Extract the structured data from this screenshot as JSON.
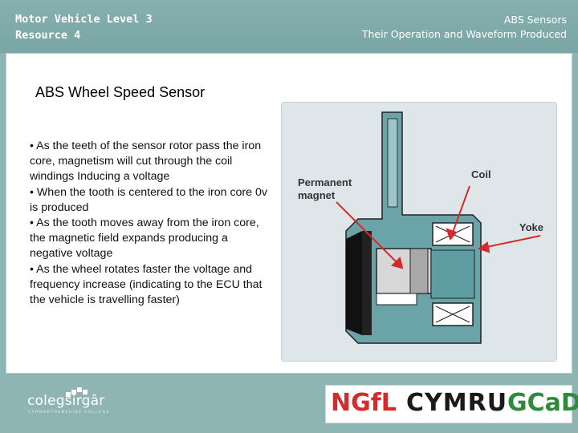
{
  "header": {
    "left_line1": "Motor Vehicle Level 3",
    "left_line2": "Resource 4",
    "right_line1": "ABS Sensors",
    "right_line2": "Their Operation and Waveform Produced"
  },
  "slide": {
    "title": "ABS Wheel Speed Sensor",
    "bullets": [
      "• As the teeth of the sensor rotor pass the iron core, magnetism will cut through the coil windings Inducing a voltage",
      "• When the tooth is centered to the iron core 0v is produced",
      "• As the tooth moves away from the iron core, the magnetic field expands producing a negative voltage",
      "• As the wheel rotates faster the voltage and frequency increase (indicating to the ECU that the vehicle is travelling faster)"
    ]
  },
  "diagram": {
    "label_magnet_line1": "Permanent",
    "label_magnet_line2": "magnet",
    "label_coil": "Coil",
    "label_yoke": "Yoke"
  },
  "footer": {
    "college_name": "colegsirgâr",
    "college_sub": "CARMARTHENSHIRE COLLEGE",
    "logo_part1": "NGfL",
    "logo_part2": "CYMRU",
    "logo_part3": "GCaD"
  },
  "colors": {
    "background": "#8fb4b4",
    "arrow_red": "#d42a2a",
    "sensor_teal": "#6aa4a8"
  }
}
